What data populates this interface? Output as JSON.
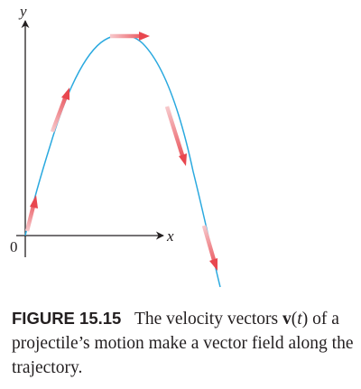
{
  "axes": {
    "x_label": "x",
    "y_label": "y",
    "origin_label": "0"
  },
  "caption": {
    "label": "FIGURE 15.15",
    "text_before": "The velocity vectors ",
    "vector_symbol": "v",
    "open_paren": "(",
    "variable": "t",
    "close_paren": ")",
    "text_after": " of a projectile’s motion make a vector field along the trajectory."
  },
  "colors": {
    "trajectory": "#2aa9df",
    "vector": "#e8474f",
    "vector_tail": "#f7c9cc",
    "axis": "#231f20",
    "text": "#231f20"
  }
}
